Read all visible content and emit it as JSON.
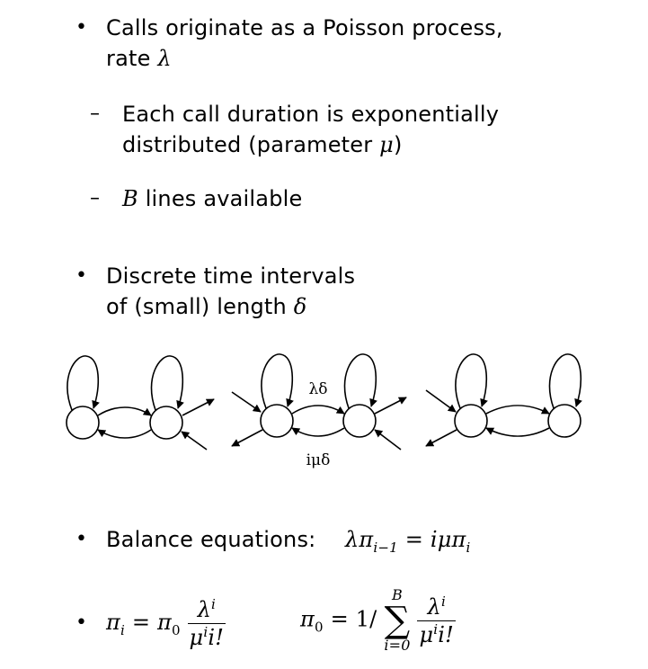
{
  "bullets": {
    "b1_line1": "Calls originate as a Poisson process,",
    "b1_line2": "rate",
    "b1_sym": "λ",
    "sub1_line1": "Each call duration is exponentially",
    "sub1_line2": "distributed (parameter",
    "sub1_sym": "μ",
    "sub1_close": ")",
    "sub2_sym": "B",
    "sub2_text": "lines available",
    "b2_line1": "Discrete time intervals",
    "b2_line2": "of (small) length",
    "b2_sym": "δ",
    "b3_text": "Balance equations:",
    "b3_eq": "λπ",
    "b3_eq_sub": "i−1",
    "b3_eq_mid": " = iμπ",
    "b3_eq_sub2": "i",
    "b4_lhs": "π",
    "b4_lhs_sub": "i",
    "b4_eq": " = π",
    "b4_eq_sub": "0",
    "b4_num": "λ",
    "b4_num_sup": "i",
    "b4_den": "μ",
    "b4_den_sup": "i",
    "b4_den_end": "i!",
    "b4_pi0": "π",
    "b4_pi0_sub": "0",
    "b4_pi0_eq": " = 1/",
    "sum_top": "B",
    "sum_bottom": "i=0",
    "sum_sym": "∑",
    "b4_num2": "λ",
    "b4_num2_sup": "i",
    "b4_den2": "μ",
    "b4_den2_sup": "i",
    "b4_den2_end": "i!"
  },
  "markers": {
    "bullet": "•",
    "dash": "–"
  },
  "diagram": {
    "forward_label": "λδ",
    "backward_label": "iμδ"
  }
}
